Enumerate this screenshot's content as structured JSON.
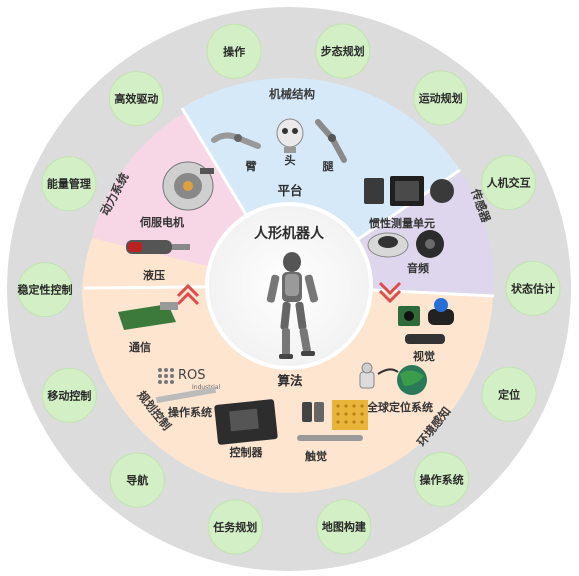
{
  "center_title": "人形机器人",
  "categories": {
    "platform": "平台",
    "algorithm": "算法"
  },
  "sectors": {
    "mechanical": "机械结构",
    "sensor": "传感器",
    "perception": "环境感知",
    "decision": "规划控制",
    "power": "动力系统"
  },
  "components": {
    "arm": "臂",
    "head": "头",
    "leg": "腿",
    "imu": "惯性测量单元",
    "audio": "音频",
    "vision": "视觉",
    "gps": "全球定位系统",
    "touch": "触觉",
    "controller": "控制器",
    "os": "操作系统",
    "comm": "通信",
    "hydraulic": "液压",
    "servo": "伺服电机",
    "ros_logo": "ROS",
    "ros_sub": "Industrial"
  },
  "outer_ring": [
    "操作",
    "步态规划",
    "运动规划",
    "人机交互",
    "状态估计",
    "定位",
    "操作系统",
    "地图构建",
    "任务规划",
    "导航",
    "移动控制",
    "稳定性控制",
    "能量管理",
    "高效驱动"
  ],
  "colors": {
    "outer_ring": "#dcdcdc",
    "bubble": "#d2efc5",
    "mechanical": "#d6e9f8",
    "sensor": "#ddd6ec",
    "algorithm": "#fde5d0",
    "power": "#f7d7e6",
    "arrow": "#e04a4a"
  }
}
